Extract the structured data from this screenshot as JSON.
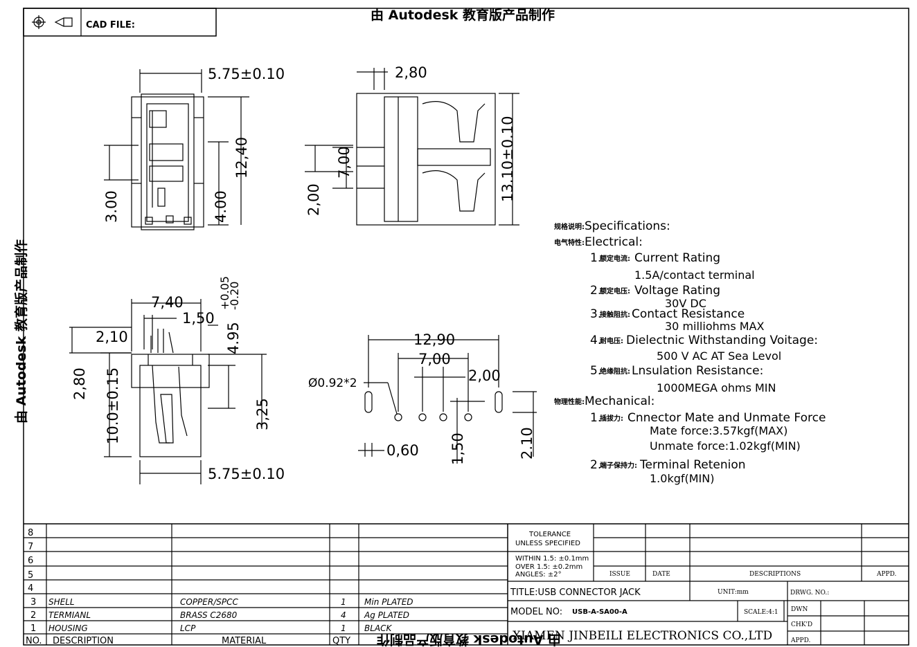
{
  "header": {
    "cad_label": "CAD FILE:",
    "watermark_top": "由 Autodesk 教育版产品制作",
    "watermark_left": "由 Autodesk 教育版产品制作",
    "watermark_bottom": "由 Autodesk 教育版产品制作"
  },
  "dimensions": {
    "top_width": "5.75±0.10",
    "left_3_00": "3.00",
    "left_4_00": "4.00",
    "left_12_40": "12,40",
    "side_2_80": "2,80",
    "side_7_00": "7,00",
    "side_2_00": "2,00",
    "side_13_10": "13.10±0.10",
    "front_7_40": "7,40",
    "front_1_50": "1,50",
    "front_tol": "4.95",
    "front_tol_plus": "+0.05",
    "front_tol_minus": "-0.20",
    "front_2_10": "2,10",
    "front_2_80": "2,80",
    "front_10_0": "10.0±0.15",
    "front_3_25": "3,25",
    "front_bottom": "5.75±0.10",
    "pcb_12_90": "12,90",
    "pcb_7_00": "7,00",
    "pcb_2_00": "2,00",
    "pcb_hole": "Ø0.92*2",
    "pcb_0_60": "0,60",
    "pcb_1_50": "1,50",
    "pcb_2_10": "2.10"
  },
  "specs": {
    "l1_cn": "规格说明:",
    "l1": "Specifications:",
    "l2_cn": "电气特性:",
    "l2": "Electrical:",
    "l3_n": "1.",
    "l3_cn": "额定电流:",
    "l3": "Current  Rating",
    "l4": "1.5A/contact  terminal",
    "l5_n": "2.",
    "l5_cn": "额定电压:",
    "l5": "Voltage  Rating",
    "l6": "30V  DC",
    "l7_n": "3.",
    "l7_cn": "接触阻抗:",
    "l7": "Contact  Resistance",
    "l8": "30  milliohms  MAX",
    "l9_n": "4.",
    "l9_cn": "耐电压:",
    "l9": "Dielectnic  Withstanding  Voitage:",
    "l10": "500  V  AC  AT  Sea  Levol",
    "l11_n": "5.",
    "l11_cn": "绝缘阻抗:",
    "l11": "Lnsulation  Resistance:",
    "l12": "1000MEGA  ohms  MIN",
    "l13_cn": "物理性能:",
    "l13": "Mechanical:",
    "l14_n": "1.",
    "l14_cn": "插拔力:",
    "l14": "Cnnector  Mate  and  Unmate  Force",
    "l15": "Mate  force:3.57kgf(MAX)",
    "l16": "Unmate  force:1.02kgf(MIN)",
    "l17_n": "2.",
    "l17_cn": "端子保持力:",
    "l17": "Terminal  Retenion",
    "l18": "1.0kgf(MIN)"
  },
  "bom": {
    "rows": [
      "8",
      "7",
      "6",
      "5",
      "4",
      "3",
      "2",
      "1"
    ],
    "items": [
      {
        "no": "3",
        "desc": "SHELL",
        "material": "COPPER/SPCC",
        "qty": "1",
        "finish": "Min  PLATED"
      },
      {
        "no": "2",
        "desc": "TERMIANL",
        "material": "BRASS C2680",
        "qty": "4",
        "finish": "Ag  PLATED"
      },
      {
        "no": "1",
        "desc": "HOUSING",
        "material": "LCP",
        "qty": "1",
        "finish": "BLACK"
      }
    ],
    "h_no": "NO.",
    "h_desc": "DESCRIPTION",
    "h_material": "MATERIAL",
    "h_qty": "QTY"
  },
  "titleblock": {
    "tol1": "TOLERANCE",
    "tol2": "UNLESS  SPECIFIED",
    "within": "WITHIN  1.5: ±0.1mm",
    "over": "OVER  1.5:  ±0.2mm",
    "angles": "ANGLES: ±2°",
    "issue": "ISSUE",
    "date": "DATE",
    "descriptions": "DESCRIPTIONS",
    "appd": "APPD.",
    "title": "TITLE:USB  CONNECTOR  JACK",
    "unit": "UNIT:mm",
    "drwg": "DRWG.  NO.:",
    "model_label": "MODEL  NO:",
    "model": "USB-A-SA00-A",
    "scale": "SCALE:4:1",
    "dwn": "DWN",
    "chkd": "CHK'D",
    "appd2": "APPD.",
    "company": "XIAMEN  JINBEILI  ELECTRONICS  CO.,LTD"
  }
}
